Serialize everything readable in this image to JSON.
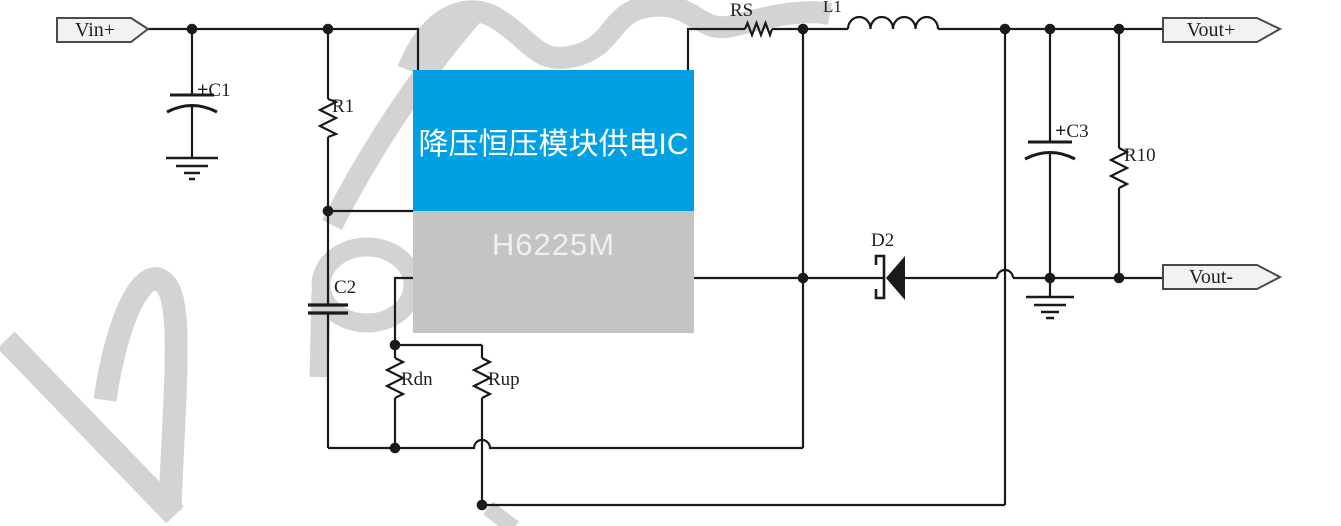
{
  "ic": {
    "banner_text": "降压恒压模块供电IC",
    "part_number": "H6225M"
  },
  "ports": {
    "vin_plus": "Vin+",
    "vout_plus": "Vout+",
    "vout_minus": "Vout-"
  },
  "components": {
    "c1": {
      "name": "C1",
      "polarity": "+"
    },
    "r1": {
      "name": "R1"
    },
    "c2": {
      "name": "C2"
    },
    "rdn": {
      "name": "Rdn"
    },
    "rup": {
      "name": "Rup"
    },
    "rs": {
      "name": "RS"
    },
    "l1": {
      "name": "L1"
    },
    "d2": {
      "name": "D2"
    },
    "c3": {
      "name": "C3",
      "polarity": "+"
    },
    "r10": {
      "name": "R10"
    }
  },
  "colors": {
    "banner_blue": "#00A0E2",
    "ic_gray": "#C4C4C4",
    "wire": "#1A1A1A",
    "watermark": "#D3D3D3",
    "port_fill": "#F2F2F2"
  }
}
